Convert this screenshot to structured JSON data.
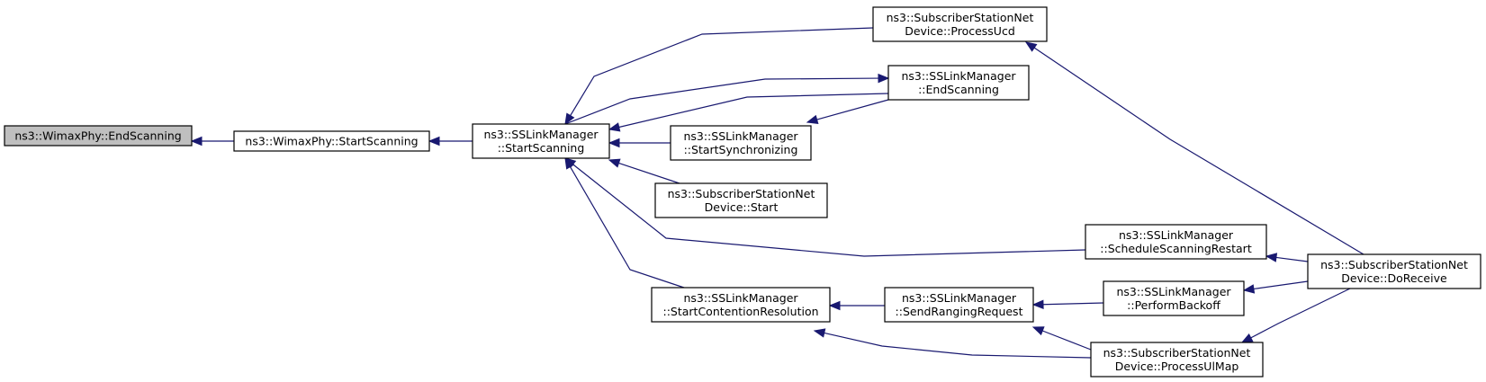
{
  "diagram": {
    "type": "call-graph",
    "colors": {
      "edge": "#191970",
      "root_fill": "#bfbfbf",
      "node_fill": "#ffffff",
      "border": "#000000"
    },
    "nodes": [
      {
        "id": "wimax-endscanning",
        "lines": [
          "ns3::WimaxPhy::EndScanning"
        ],
        "highlighted": true
      },
      {
        "id": "wimax-startscanning",
        "lines": [
          "ns3::WimaxPhy::StartScanning"
        ]
      },
      {
        "id": "sslm-startscanning",
        "lines": [
          "ns3::SSLinkManager",
          "::StartScanning"
        ]
      },
      {
        "id": "ss-processucd",
        "lines": [
          "ns3::SubscriberStationNet",
          "Device::ProcessUcd"
        ]
      },
      {
        "id": "sslm-endscanning",
        "lines": [
          "ns3::SSLinkManager",
          "::EndScanning"
        ]
      },
      {
        "id": "sslm-startsync",
        "lines": [
          "ns3::SSLinkManager",
          "::StartSynchronizing"
        ]
      },
      {
        "id": "ss-start",
        "lines": [
          "ns3::SubscriberStationNet",
          "Device::Start"
        ]
      },
      {
        "id": "sslm-schedrestart",
        "lines": [
          "ns3::SSLinkManager",
          "::ScheduleScanningRestart"
        ]
      },
      {
        "id": "ss-doreceive",
        "lines": [
          "ns3::SubscriberStationNet",
          "Device::DoReceive"
        ]
      },
      {
        "id": "sslm-contention",
        "lines": [
          "ns3::SSLinkManager",
          "::StartContentionResolution"
        ]
      },
      {
        "id": "sslm-sendranging",
        "lines": [
          "ns3::SSLinkManager",
          "::SendRangingRequest"
        ]
      },
      {
        "id": "sslm-backoff",
        "lines": [
          "ns3::SSLinkManager",
          "::PerformBackoff"
        ]
      },
      {
        "id": "ss-processulmap",
        "lines": [
          "ns3::SubscriberStationNet",
          "Device::ProcessUlMap"
        ]
      }
    ],
    "edges": [
      {
        "from": "wimax-startscanning",
        "to": "wimax-endscanning"
      },
      {
        "from": "sslm-startscanning",
        "to": "wimax-startscanning"
      },
      {
        "from": "ss-processucd",
        "to": "sslm-startscanning"
      },
      {
        "from": "sslm-endscanning",
        "to": "sslm-startscanning"
      },
      {
        "from": "sslm-startscanning",
        "to": "sslm-endscanning"
      },
      {
        "from": "sslm-startsync",
        "to": "sslm-startscanning"
      },
      {
        "from": "ss-start",
        "to": "sslm-startscanning"
      },
      {
        "from": "sslm-schedrestart",
        "to": "sslm-startscanning"
      },
      {
        "from": "sslm-contention",
        "to": "sslm-startscanning"
      },
      {
        "from": "sslm-endscanning",
        "to": "sslm-startsync"
      },
      {
        "from": "ss-doreceive",
        "to": "ss-processucd"
      },
      {
        "from": "ss-doreceive",
        "to": "sslm-schedrestart"
      },
      {
        "from": "ss-doreceive",
        "to": "sslm-backoff"
      },
      {
        "from": "ss-doreceive",
        "to": "ss-processulmap"
      },
      {
        "from": "sslm-sendranging",
        "to": "sslm-contention"
      },
      {
        "from": "ss-processulmap",
        "to": "sslm-contention"
      },
      {
        "from": "sslm-backoff",
        "to": "sslm-sendranging"
      },
      {
        "from": "ss-processulmap",
        "to": "sslm-sendranging"
      }
    ]
  }
}
